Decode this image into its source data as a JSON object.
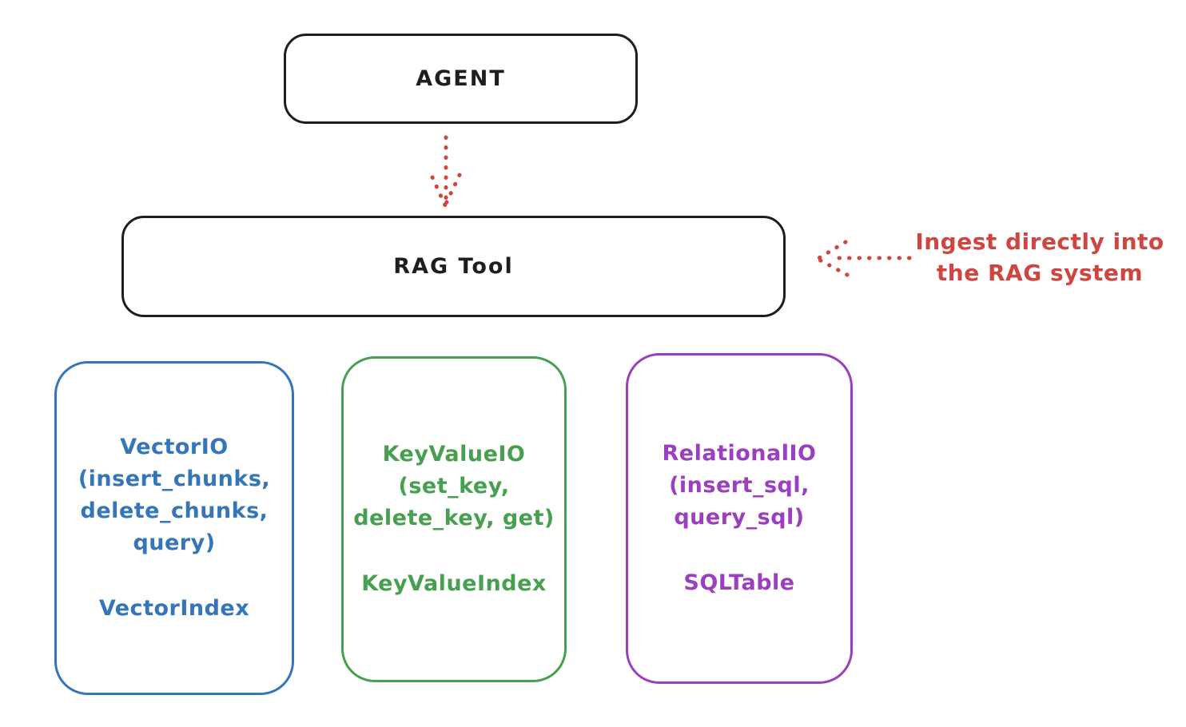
{
  "colors": {
    "ink": "#1e1e1e",
    "red": "#cf4540",
    "blue": "#3575b9",
    "green": "#46a04f",
    "purple": "#9b3fc0"
  },
  "agent": {
    "label": "AGENT"
  },
  "rag_tool": {
    "label": "RAG Tool"
  },
  "ingest_note": {
    "text": "Ingest directly into\nthe RAG system"
  },
  "io_boxes": [
    {
      "body": "VectorIO\n(insert_chunks,\ndelete_chunks,\nquery)",
      "footer": "VectorIndex"
    },
    {
      "body": "KeyValueIO\n(set_key,\ndelete_key, get)",
      "footer": "KeyValueIndex"
    },
    {
      "body": "RelationalIO\n(insert_sql,\nquery_sql)",
      "footer": "SQLTable"
    }
  ]
}
